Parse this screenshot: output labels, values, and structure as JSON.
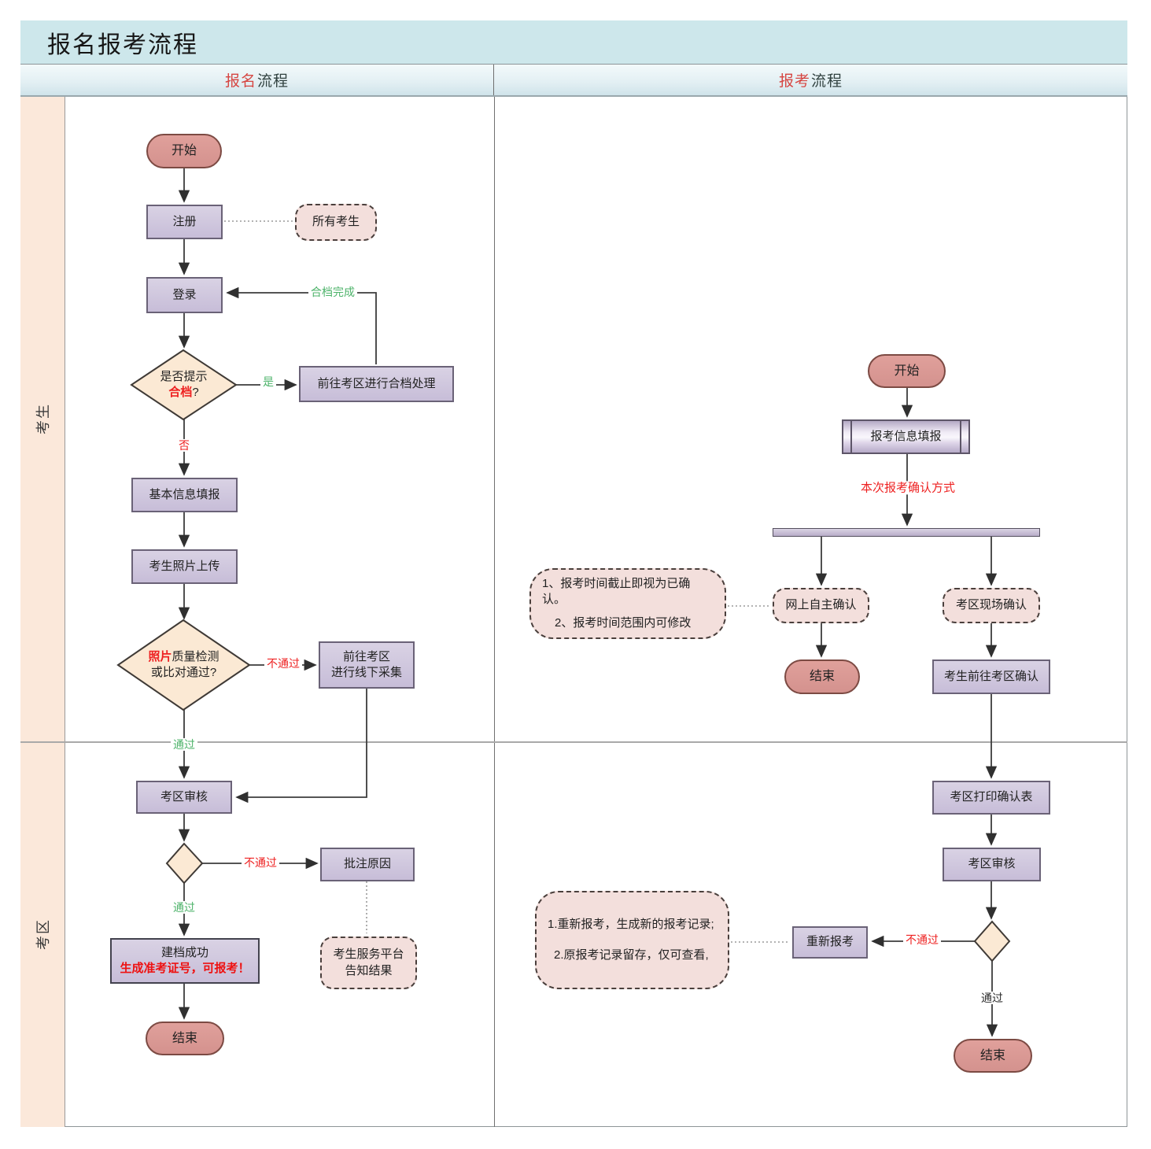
{
  "title": "报名报考流程",
  "header": {
    "left_red": "报名",
    "left_rest": "流程",
    "right_red": "报考",
    "right_rest": "流程"
  },
  "lanes": {
    "candidate": "考生",
    "exam_area": "考区"
  },
  "nodes": {
    "start_left": "开始",
    "register": "注册",
    "all_candidates": "所有考生",
    "login": "登录",
    "decision_merge": {
      "line1": "是否提示",
      "line2_red": "合档",
      "line2_tail": "?"
    },
    "merge_handle": "前往考区进行合档处理",
    "basic_info": "基本信息填报",
    "photo_upload": "考生照片上传",
    "decision_photo": {
      "line1_red": "照片",
      "line1_rest": "质量检测",
      "line2": "或比对通过?"
    },
    "offline_collect": {
      "line1": "前往考区",
      "line2": "进行线下采集"
    },
    "area_review_left": "考区审核",
    "annotate_reason": "批注原因",
    "service_platform": {
      "line1": "考生服务平台",
      "line2": "告知结果"
    },
    "archive": {
      "line1": "建档成功",
      "line2": "生成准考证号，可报考！"
    },
    "end_left": "结束",
    "start_right": "开始",
    "apply_info": "报考信息填报",
    "online_confirm": "网上自主确认",
    "onsite_confirm": "考区现场确认",
    "end_mid": "结束",
    "goto_area_confirm": "考生前往考区确认",
    "print_form": "考区打印确认表",
    "area_review_right": "考区审核",
    "reapply": "重新报考",
    "end_right": "结束",
    "callout_online": {
      "item1": "1、报考时间截止即视为已确认。",
      "item2": "2、报考时间范围内可修改"
    },
    "callout_reapply": {
      "item1": "1.重新报考，生成新的报考记录;",
      "item2": "2.原报考记录留存，仅可查看,"
    }
  },
  "edge_labels": {
    "yes": "是",
    "no": "否",
    "merge_done": "合档完成",
    "fail_photo": "不通过",
    "pass_photo": "通过",
    "fail_review": "不通过",
    "pass_review": "通过",
    "confirm_method": "本次报考确认方式",
    "fail_right": "不通过",
    "pass_right": "通过"
  },
  "colors": {
    "terminal_fill": "#d99794",
    "process_fill": "#ccc2d9",
    "decision_fill": "#fbe9d4",
    "callout_fill": "#f3dfdc",
    "title_bg": "#cde7eb",
    "lane_strip_bg": "#fbe8da",
    "label_green": "#4db36a",
    "label_red": "#ee2222",
    "header_red": "#d64541"
  }
}
